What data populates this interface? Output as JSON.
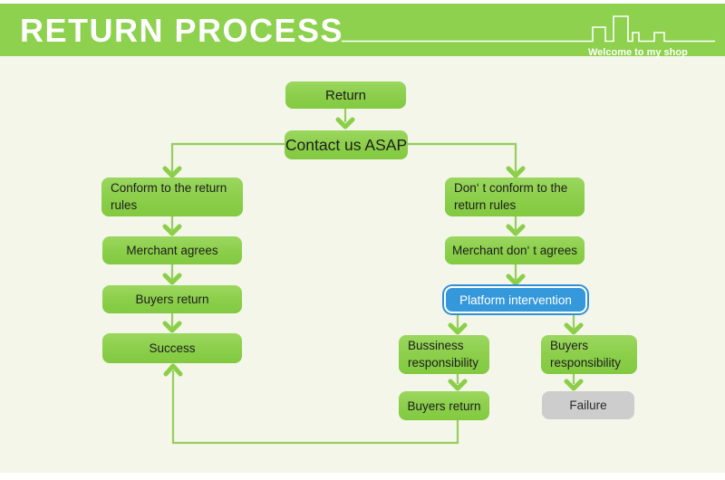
{
  "header": {
    "title": "RETURN PROCESS",
    "tagline": "Welcome to my shop"
  },
  "colors": {
    "header_green": "#8dd14e",
    "node_green": "#8ccf4b",
    "node_blue": "#3498db",
    "node_gray": "#cdcdcd",
    "line_green": "#97cd5f",
    "arrow_green": "#8bce47",
    "background": "#f4f6ea",
    "title_text": "#ffffff",
    "node_text": "#1d1d1d"
  },
  "flowchart": {
    "nodes": [
      {
        "id": "return",
        "label": "Return",
        "variant": "green"
      },
      {
        "id": "contact",
        "label": "Contact us ASAP",
        "variant": "green"
      },
      {
        "id": "conform",
        "label": "Conform to the return rules",
        "variant": "green"
      },
      {
        "id": "merchant-agrees",
        "label": "Merchant agrees",
        "variant": "green"
      },
      {
        "id": "buyers-return-left",
        "label": "Buyers return",
        "variant": "green"
      },
      {
        "id": "success",
        "label": "Success",
        "variant": "green"
      },
      {
        "id": "dont-conform",
        "label": "Don‘ t conform to the return rules",
        "variant": "green"
      },
      {
        "id": "merchant-dont-agree",
        "label": "Merchant don‘ t agrees",
        "variant": "green"
      },
      {
        "id": "platform-intervention",
        "label": "Platform intervention",
        "variant": "blue"
      },
      {
        "id": "bussiness-responsibility",
        "label": "Bussiness responsibility",
        "variant": "green"
      },
      {
        "id": "buyers-responsibility",
        "label": "Buyers responsibility",
        "variant": "green"
      },
      {
        "id": "buyers-return-right",
        "label": "Buyers return",
        "variant": "green"
      },
      {
        "id": "failure",
        "label": "Failure",
        "variant": "gray"
      }
    ],
    "edges": [
      {
        "from": "return",
        "to": "contact"
      },
      {
        "from": "contact",
        "to": "conform"
      },
      {
        "from": "contact",
        "to": "dont-conform"
      },
      {
        "from": "conform",
        "to": "merchant-agrees"
      },
      {
        "from": "merchant-agrees",
        "to": "buyers-return-left"
      },
      {
        "from": "buyers-return-left",
        "to": "success"
      },
      {
        "from": "dont-conform",
        "to": "merchant-dont-agree"
      },
      {
        "from": "merchant-dont-agree",
        "to": "platform-intervention"
      },
      {
        "from": "platform-intervention",
        "to": "bussiness-responsibility"
      },
      {
        "from": "platform-intervention",
        "to": "buyers-responsibility"
      },
      {
        "from": "bussiness-responsibility",
        "to": "buyers-return-right"
      },
      {
        "from": "buyers-responsibility",
        "to": "failure"
      },
      {
        "from": "buyers-return-right",
        "to": "success"
      }
    ]
  }
}
